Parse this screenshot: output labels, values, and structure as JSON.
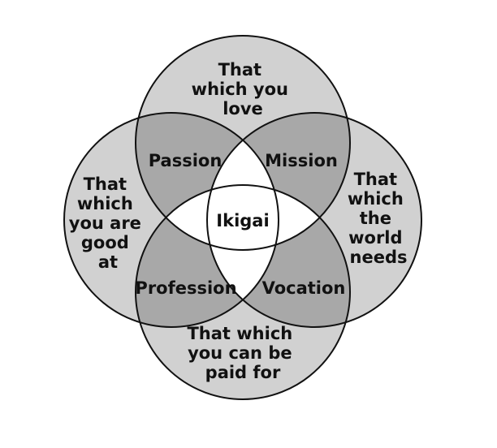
{
  "diagram": {
    "circles": {
      "top": [
        "That",
        "which you",
        "love"
      ],
      "left": [
        "That",
        "which",
        "you are",
        "good",
        "at"
      ],
      "right": [
        "That",
        "which",
        "the",
        "world",
        "needs"
      ],
      "bottom": [
        "That which",
        "you can be",
        "paid for"
      ]
    },
    "overlaps": {
      "top_left": "Passion",
      "top_right": "Mission",
      "bottom_left": "Profession",
      "bottom_right": "Vocation"
    },
    "center": "Ikigai"
  },
  "colors": {
    "circle_fill": "#d1d1d1",
    "double_overlap_fill": "#a8a8a8",
    "center_fill": "#ffffff",
    "stroke": "#111111"
  }
}
